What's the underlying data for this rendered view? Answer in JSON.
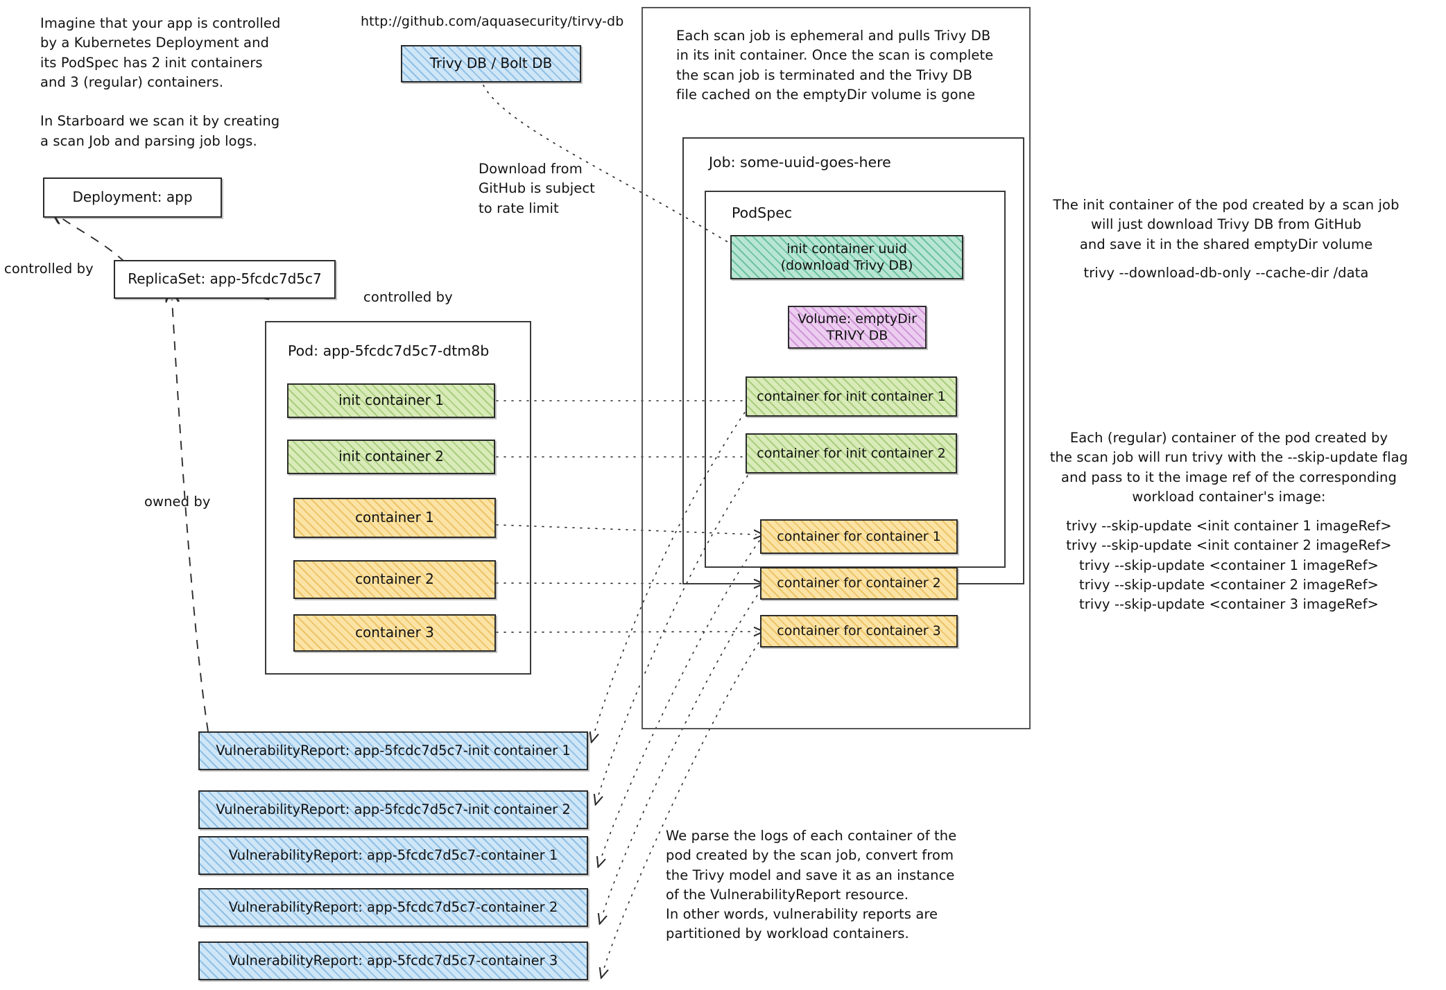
{
  "notes": {
    "intro": "Imagine that your app is controlled\nby a Kubernetes Deployment and\nits PodSpec has 2 init containers\nand 3 (regular) containers.\n\nIn Starboard we scan it by creating\na scan Job and parsing job logs.",
    "trivy_db_url": "http://github.com/aquasecurity/tirvy-db",
    "download_rate_limit": "Download from\nGitHub is subject\nto rate limit",
    "ephemeral_job": "Each scan job is ephemeral and pulls Trivy DB\nin its init container. Once the scan is complete\nthe scan job is terminated and the Trivy DB\nfile cached on the emptyDir volume is gone",
    "init_container_explain": "The init container of the pod created by a scan job\nwill just download Trivy DB from GitHub\nand save it in the shared emptyDir volume",
    "init_container_cmd": "trivy --download-db-only --cache-dir /data",
    "regular_container_explain": "Each (regular) container of the pod created by\nthe scan job will run trivy with the --skip-update flag\nand pass to it the image ref of the corresponding\nworkload container's image:",
    "regular_container_cmds": "trivy --skip-update <init container 1 imageRef>\ntrivy --skip-update <init container 2 imageRef>\ntrivy --skip-update <container 1 imageRef>\ntrivy --skip-update <container 2 imageRef>\ntrivy --skip-update <container 3 imageRef>",
    "parse_logs": "We parse the logs of each container of the\npod created by the scan job, convert from\nthe Trivy model and save it as an instance\nof the VulnerabilityReport resource.\nIn other words, vulnerability reports are\npartitioned by workload containers."
  },
  "edge_labels": {
    "controlled_by_deployment": "controlled by",
    "controlled_by_replicaset": "controlled by",
    "owned_by": "owned by"
  },
  "boxes": {
    "trivy_db": "Trivy DB / Bolt DB",
    "deployment": "Deployment: app",
    "replicaset": "ReplicaSet: app-5fcdc7d5c7",
    "pod_title": "Pod: app-5fcdc7d5c7-dtm8b",
    "job_title": "Job: some-uuid-goes-here",
    "podspec_title": "PodSpec",
    "scan_init_container": "init container uuid\n(download Trivy DB)",
    "volume": "Volume: emptyDir\nTRIVY DB"
  },
  "workload_containers": [
    {
      "label": "init container 1",
      "kind": "init"
    },
    {
      "label": "init container 2",
      "kind": "init"
    },
    {
      "label": "container 1",
      "kind": "regular"
    },
    {
      "label": "container 2",
      "kind": "regular"
    },
    {
      "label": "container 3",
      "kind": "regular"
    }
  ],
  "scan_containers": [
    {
      "label": "container for init container 1",
      "kind": "init"
    },
    {
      "label": "container for init container 2",
      "kind": "init"
    },
    {
      "label": "container for container 1",
      "kind": "regular"
    },
    {
      "label": "container for container 2",
      "kind": "regular"
    },
    {
      "label": "container for container 3",
      "kind": "regular"
    }
  ],
  "vulnerability_reports": [
    "VulnerabilityReport: app-5fcdc7d5c7-init container 1",
    "VulnerabilityReport: app-5fcdc7d5c7-init container 2",
    "VulnerabilityReport: app-5fcdc7d5c7-container 1",
    "VulnerabilityReport: app-5fcdc7d5c7-container 2",
    "VulnerabilityReport: app-5fcdc7d5c7-container 3"
  ],
  "colors": {
    "blue": "#cfe6f7",
    "green": "#d8ebb8",
    "mint": "#b8e6d2",
    "yellow": "#fbe3a6",
    "purple": "#eccdf0",
    "stroke": "#2b2b2b"
  }
}
